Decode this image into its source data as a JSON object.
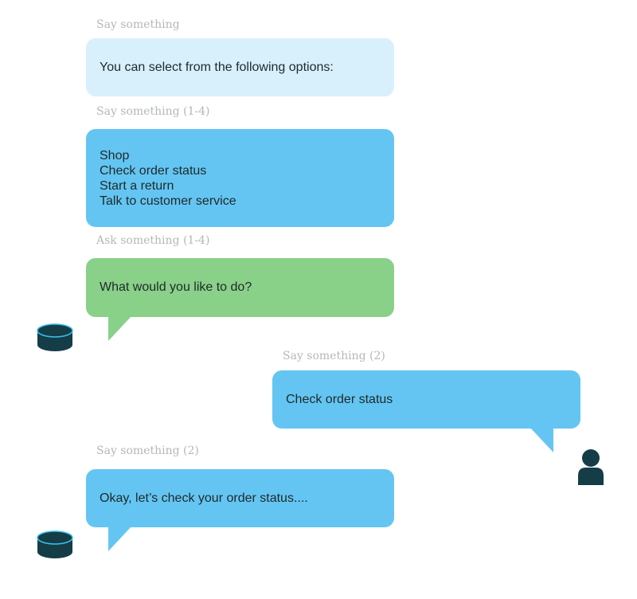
{
  "colors": {
    "caption": "#b4b8b8",
    "pale_blue": "#d8f0fc",
    "blue": "#64c5f2",
    "green": "#89d088",
    "icon_dark": "#153d47",
    "icon_ring": "#38c0ea"
  },
  "messages": [
    {
      "caption": "Say something",
      "text": "You can select from the following options:",
      "style": "pale-blue",
      "speaker": "none"
    },
    {
      "caption": "Say something (1-4)",
      "lines": [
        "Shop",
        "Check order status",
        "Start a return",
        "Talk to customer service"
      ],
      "style": "blue",
      "speaker": "none"
    },
    {
      "caption": "Ask something (1-4)",
      "text": "What would you like to do?",
      "style": "green",
      "speaker": "device"
    },
    {
      "caption": "Say something (2)",
      "text": "Check order status",
      "style": "blue",
      "speaker": "user"
    },
    {
      "caption": "Say something (2)",
      "text": "Okay, let’s check your order status....",
      "style": "blue",
      "speaker": "device"
    }
  ],
  "icons": {
    "device": "smart-speaker-icon",
    "user": "user-icon"
  }
}
